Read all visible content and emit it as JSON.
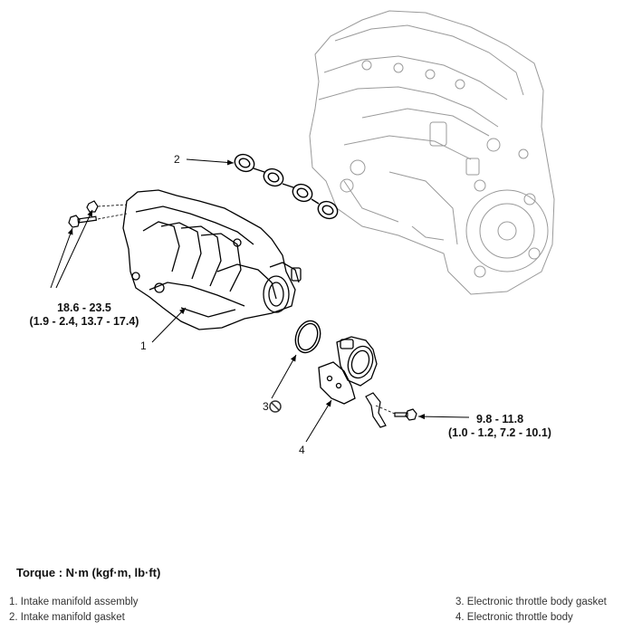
{
  "callouts": {
    "c1": "1",
    "c2": "2",
    "c3": "3",
    "c4": "4"
  },
  "torque_specs": {
    "manifold": {
      "line1": "18.6 - 23.5",
      "line2": "(1.9 - 2.4, 13.7 - 17.4)"
    },
    "throttle": {
      "line1": "9.8 - 11.8",
      "line2": "(1.0 - 1.2, 7.2 - 10.1)"
    }
  },
  "torque_heading": "Torque : N·m (kgf·m, lb·ft)",
  "legend": [
    "1. Intake manifold assembly",
    "2. Intake manifold gasket",
    "3. Electronic throttle body gasket",
    "4. Electronic throttle body"
  ]
}
